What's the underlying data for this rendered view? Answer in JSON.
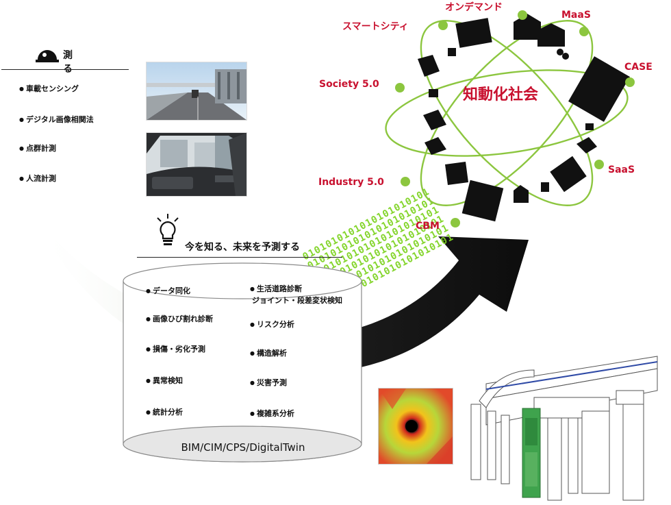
{
  "measure": {
    "title": "測る",
    "items": [
      "車載センシング",
      "デジタル画像相関法",
      "点群計測",
      "人流計測"
    ]
  },
  "predict": {
    "title": "今を知る、未来を予測する",
    "left_items": [
      "データ同化",
      "画像ひび割れ診断",
      "損傷・劣化予測",
      "異常検知",
      "統計分析"
    ],
    "right_items": [
      {
        "line1": "生活道路診断",
        "line2": "ジョイント・段差変状検知"
      },
      {
        "line1": "リスク分析"
      },
      {
        "line1": "構造解析"
      },
      {
        "line1": "災害予測"
      },
      {
        "line1": "複雑系分析"
      }
    ],
    "platform": "BIM/CIM/CPS/DigitalTwin"
  },
  "binary": {
    "text": "0101010101010101010101"
  },
  "society": {
    "center": "知動化社会",
    "labels": {
      "on_demand": "オンデマンド",
      "smart_city": "スマートシティ",
      "maas": "MaaS",
      "case": "CASE",
      "society5": "Society 5.0",
      "saas": "SaaS",
      "industry5": "Industry 5.0",
      "cbm": "CBM"
    }
  },
  "colors": {
    "accent_red": "#c8102e",
    "orbit_green": "#8cc63f",
    "binary_green": "#7ed321",
    "arrow_dark": "#111111",
    "cylinder_grey": "#e6e6e6"
  }
}
